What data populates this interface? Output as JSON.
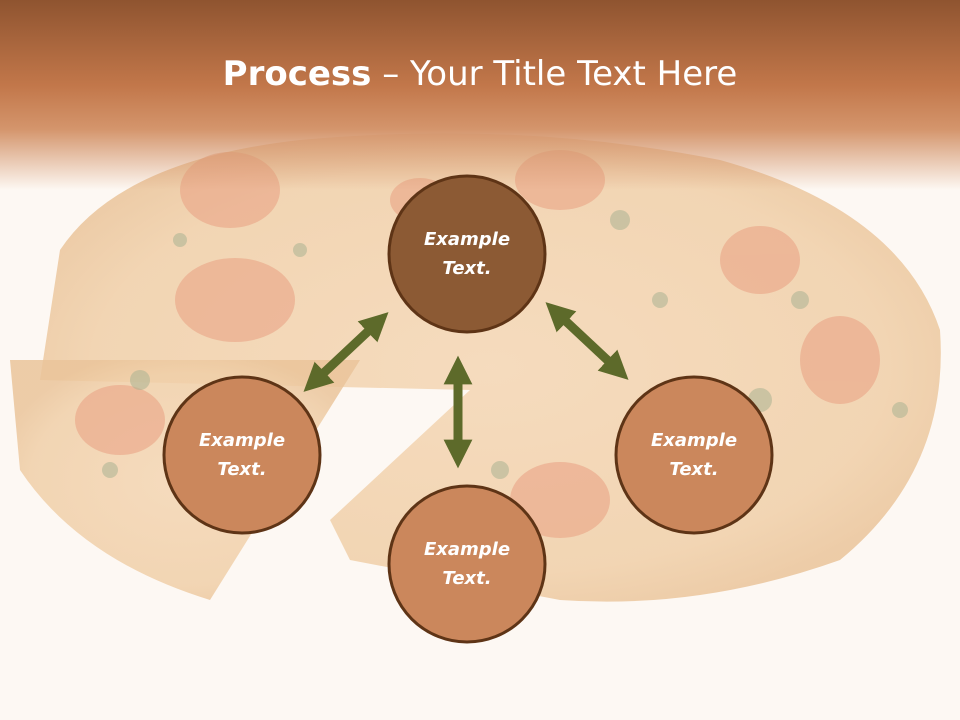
{
  "title": {
    "bold": "Process",
    "dash": " – ",
    "rest": "Your Title Text Here"
  },
  "nodes": [
    {
      "id": "top",
      "line1": "Example",
      "line2": "Text.",
      "fill": "#8c5a34"
    },
    {
      "id": "left",
      "line1": "Example",
      "line2": "Text.",
      "fill": "#cb875c"
    },
    {
      "id": "bottom",
      "line1": "Example",
      "line2": "Text.",
      "fill": "#cb875c"
    },
    {
      "id": "right",
      "line1": "Example",
      "line2": "Text.",
      "fill": "#cb875c"
    }
  ],
  "colors": {
    "node_border": "#5e3416",
    "arrow": "#5d6a2a",
    "header_dark": "#8f5430",
    "header_light": "#d4956c"
  }
}
